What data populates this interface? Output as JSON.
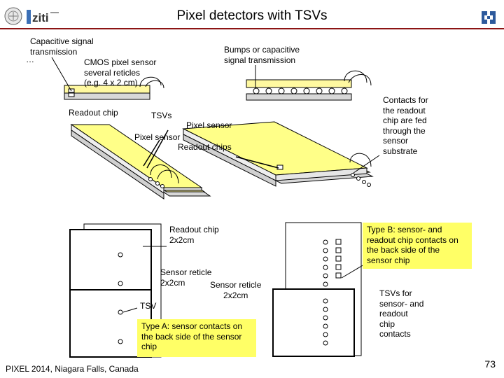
{
  "header": {
    "title": "Pixel detectors with TSVs",
    "logo_text": "ziti"
  },
  "top_diagram": {
    "label_capacitive": [
      "Capacitive signal",
      "transmission",
      "…"
    ],
    "label_cmos": [
      "CMOS pixel sensor",
      "several reticles",
      "(e.g. 4 x 2 cm)"
    ],
    "label_readout_chip": "Readout chip",
    "label_bumps": [
      "Bumps or capacitive",
      "signal transmission"
    ],
    "label_contacts": [
      "Contacts for",
      "the readout",
      "chip are fed",
      "through the",
      "sensor",
      "substrate"
    ],
    "label_tsvs": "TSVs",
    "label_pixel_sensor_right": "Pixel sensor",
    "label_pixel_sensor_left": "Pixel sensor",
    "label_readout_chips": "Readout chips"
  },
  "bottom_diagram": {
    "label_readout_chip": [
      "Readout chip",
      "2x2cm"
    ],
    "label_sensor_reticle_left": [
      "Sensor reticle",
      "2x2cm"
    ],
    "label_sensor_reticle_right": [
      "Sensor reticle",
      "2x2cm"
    ],
    "label_tsv": "TSV",
    "box_type_a": [
      "Type A: sensor contacts on",
      "the back side of the sensor",
      "chip"
    ],
    "box_type_b": [
      "Type B: sensor- and",
      "readout chip contacts on",
      "the back side of the",
      "sensor chip"
    ],
    "label_tsvs_for": [
      "TSVs for",
      "sensor- and",
      "readout",
      "chip",
      "contacts"
    ]
  },
  "footer": {
    "conference": "PIXEL 2014, Niagara Falls, Canada",
    "page_number": "73"
  },
  "colors": {
    "accent_line": "#8c1414",
    "highlight": "#ffff66",
    "sensor_fill": "#fff9a0",
    "chip_fill": "#d8d8d8"
  }
}
